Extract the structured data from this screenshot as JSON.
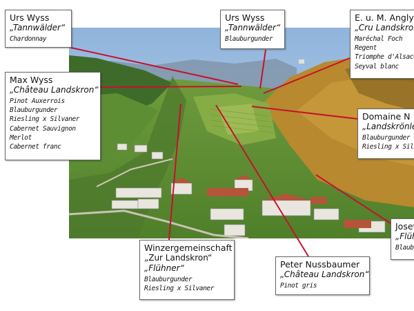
{
  "labels": [
    {
      "owner": "Urs Wyss",
      "label": "„Tannwälder“",
      "grapes": [
        "Chardonnay"
      ]
    },
    {
      "owner": "Urs Wyss",
      "label": "„Tannwälder“",
      "grapes": [
        "Blauburgunder"
      ]
    },
    {
      "owner": "E. u. M. Angly",
      "label": "„Cru Landskron",
      "grapes": [
        "Maréchal Foch",
        "Regent",
        "Triomphe d'Alsace",
        "Seyval blanc"
      ]
    },
    {
      "owner": "Max Wyss",
      "label": "„Château Landskron“",
      "grapes": [
        "Pinot Auxerrois",
        "Blauburgunder",
        "Riesling x Silvaner",
        "Cabernet Sauvignon",
        "Merlot",
        "Cabernet franc"
      ]
    },
    {
      "owner": "Domaine N",
      "label": "„Landskrönle",
      "grapes": [
        "Blauburgunder",
        "Riesling x Silvane"
      ]
    },
    {
      "owner": "Josef",
      "label": "„Flühn",
      "grapes": [
        "Blaubu"
      ]
    },
    {
      "owner": "Winzergemeinschaft",
      "label": "„Zur Landskron“",
      "label2": "„Flühner“",
      "grapes": [
        "Blauburgunder",
        "Riesling x Silvaner"
      ]
    },
    {
      "owner": "Peter Nussbaumer",
      "label": "„Château Landskron“",
      "grapes": [
        "Pinot gris"
      ]
    }
  ],
  "colors": {
    "leader_line": "#c8102e",
    "box_border": "#666666"
  }
}
